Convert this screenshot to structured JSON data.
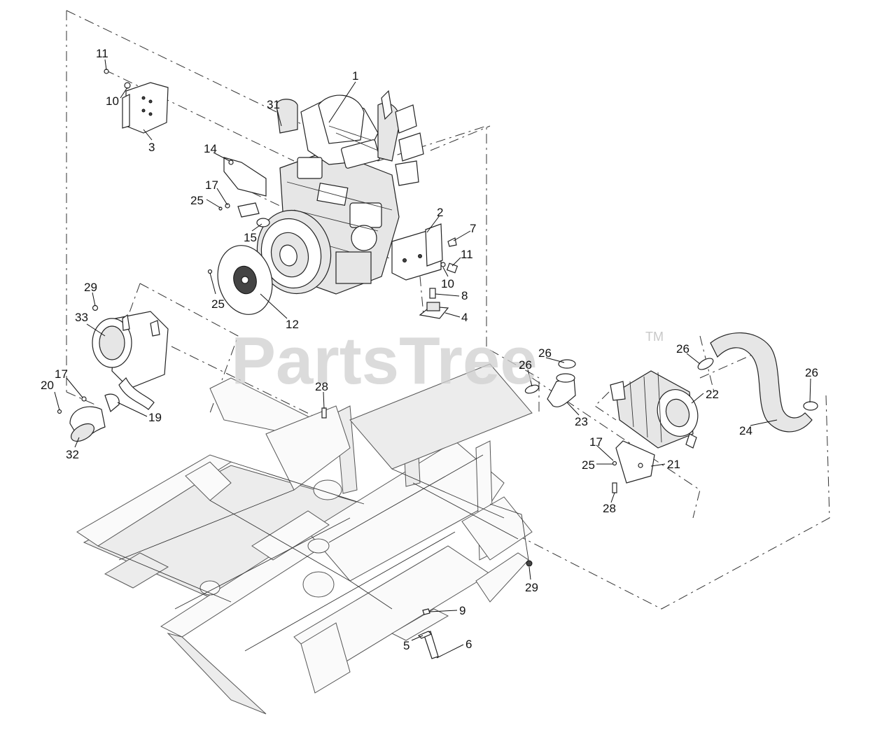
{
  "watermark": {
    "text": "PartsTree",
    "trademark": "TM"
  },
  "callouts": [
    {
      "id": "c1",
      "label": "1"
    },
    {
      "id": "c2",
      "label": "2"
    },
    {
      "id": "c3",
      "label": "3"
    },
    {
      "id": "c4",
      "label": "4"
    },
    {
      "id": "c5",
      "label": "5"
    },
    {
      "id": "c6",
      "label": "6"
    },
    {
      "id": "c7",
      "label": "7"
    },
    {
      "id": "c8",
      "label": "8"
    },
    {
      "id": "c9",
      "label": "9"
    },
    {
      "id": "c10a",
      "label": "10"
    },
    {
      "id": "c10b",
      "label": "10"
    },
    {
      "id": "c11a",
      "label": "11"
    },
    {
      "id": "c11b",
      "label": "11"
    },
    {
      "id": "c12",
      "label": "12"
    },
    {
      "id": "c14",
      "label": "14"
    },
    {
      "id": "c15",
      "label": "15"
    },
    {
      "id": "c17a",
      "label": "17"
    },
    {
      "id": "c17b",
      "label": "17"
    },
    {
      "id": "c17c",
      "label": "17"
    },
    {
      "id": "c19",
      "label": "19"
    },
    {
      "id": "c20",
      "label": "20"
    },
    {
      "id": "c21",
      "label": "21"
    },
    {
      "id": "c22",
      "label": "22"
    },
    {
      "id": "c23",
      "label": "23"
    },
    {
      "id": "c24",
      "label": "24"
    },
    {
      "id": "c25a",
      "label": "25"
    },
    {
      "id": "c25b",
      "label": "25"
    },
    {
      "id": "c25c",
      "label": "25"
    },
    {
      "id": "c26a",
      "label": "26"
    },
    {
      "id": "c26b",
      "label": "26"
    },
    {
      "id": "c26c",
      "label": "26"
    },
    {
      "id": "c26d",
      "label": "26"
    },
    {
      "id": "c28a",
      "label": "28"
    },
    {
      "id": "c28b",
      "label": "28"
    },
    {
      "id": "c29a",
      "label": "29"
    },
    {
      "id": "c29b",
      "label": "29"
    },
    {
      "id": "c31",
      "label": "31"
    },
    {
      "id": "c32",
      "label": "32"
    },
    {
      "id": "c33",
      "label": "33"
    }
  ]
}
